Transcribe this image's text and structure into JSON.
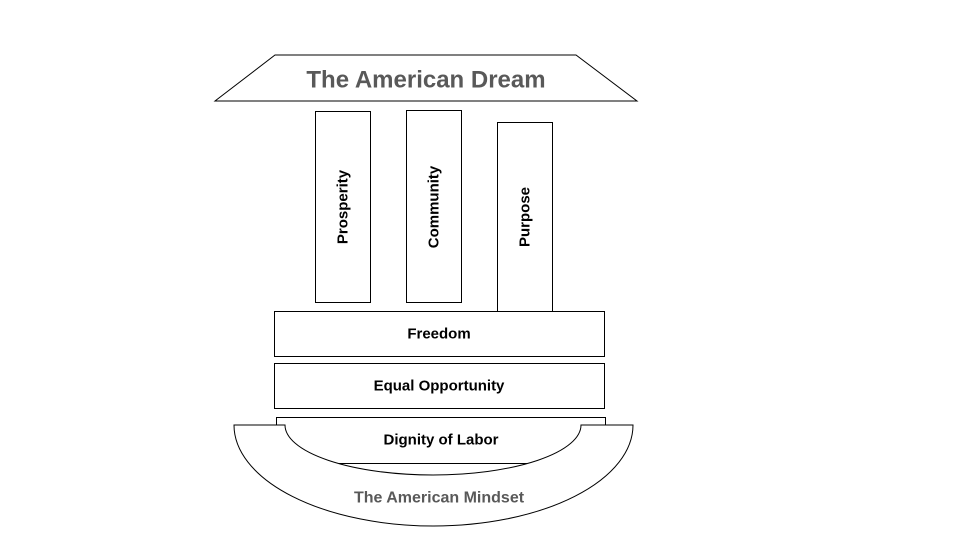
{
  "diagram": {
    "roof": {
      "label": "The American Dream"
    },
    "pillars": [
      {
        "label": "Prosperity"
      },
      {
        "label": "Community"
      },
      {
        "label": "Purpose"
      }
    ],
    "tiers": [
      {
        "label": "Freedom"
      },
      {
        "label": "Equal Opportunity"
      },
      {
        "label": "Dignity of Labor"
      }
    ],
    "base": {
      "label": "The American Mindset"
    }
  },
  "colors": {
    "stroke": "#000000",
    "fill": "#ffffff",
    "title_text": "#595959",
    "body_text": "#000000"
  }
}
